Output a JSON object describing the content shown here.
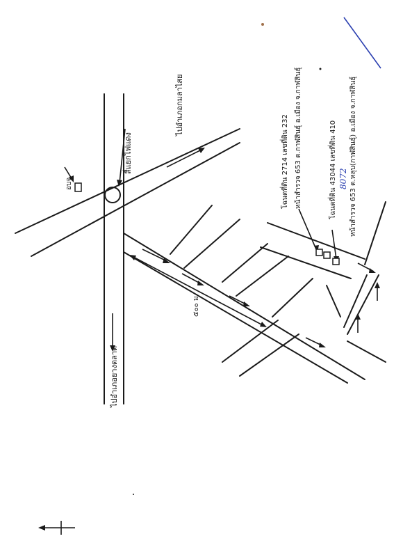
{
  "map": {
    "labels": {
      "to_amphoe_kham_yai": "ไปอำเภอกมลาไสย",
      "to_yang_talat": "ไปอำเภอยางตลาด",
      "traffic_light": "สี่แยกไฟแดง",
      "or_bo_jo": "อบจ.",
      "distance": "๕๐๐ ม.",
      "plot1_line1": "โฉนดที่ดิน 2714 เลขที่ดิน 232",
      "plot1_line2": "หน้าสำรวจ 653 ต.กาฬสินธุ์ อ.เมือง จ.กาฬสินธุ์",
      "plot2_line1": "โฉนดที่ดิน 43044 เลขที่ดิน 410",
      "plot2_line2": "หน้าสำรวจ 653 ต.หลุบ(กาฬสินธุ์) อ.เมือง จ.กาฬสินธุ์",
      "handwritten_number": "8072"
    },
    "colors": {
      "ink": "#1a1a1a",
      "handwriting": "#2a3fb0",
      "paper": "#ffffff"
    }
  }
}
